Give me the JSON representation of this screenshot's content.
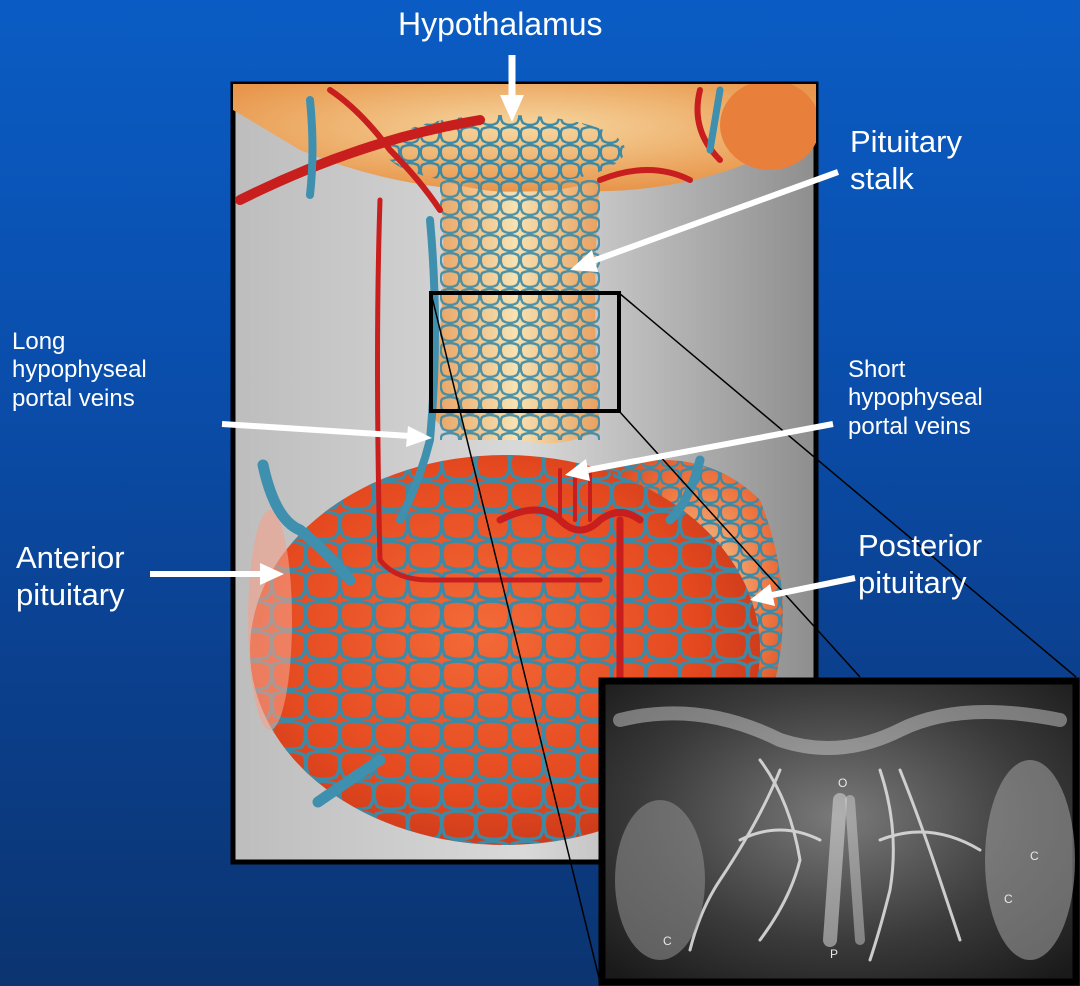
{
  "labels": {
    "hypothalamus": "Hypothalamus",
    "pituitary_stalk": [
      "Pituitary",
      "stalk"
    ],
    "long_veins": [
      "Long",
      "hypophyseal",
      "portal veins"
    ],
    "short_veins": [
      "Short",
      "hypophyseal",
      "portal veins"
    ],
    "anterior": [
      "Anterior",
      "pituitary"
    ],
    "posterior": [
      "Posterior",
      "pituitary"
    ]
  },
  "inset_letters": [
    "O",
    "C",
    "C",
    "C",
    "P"
  ],
  "colors": {
    "background": "#0a4fae",
    "artery": "#c81e1e",
    "vein": "#3f8fae",
    "gland": "#e8522a",
    "stalk": "#f0d49a"
  }
}
